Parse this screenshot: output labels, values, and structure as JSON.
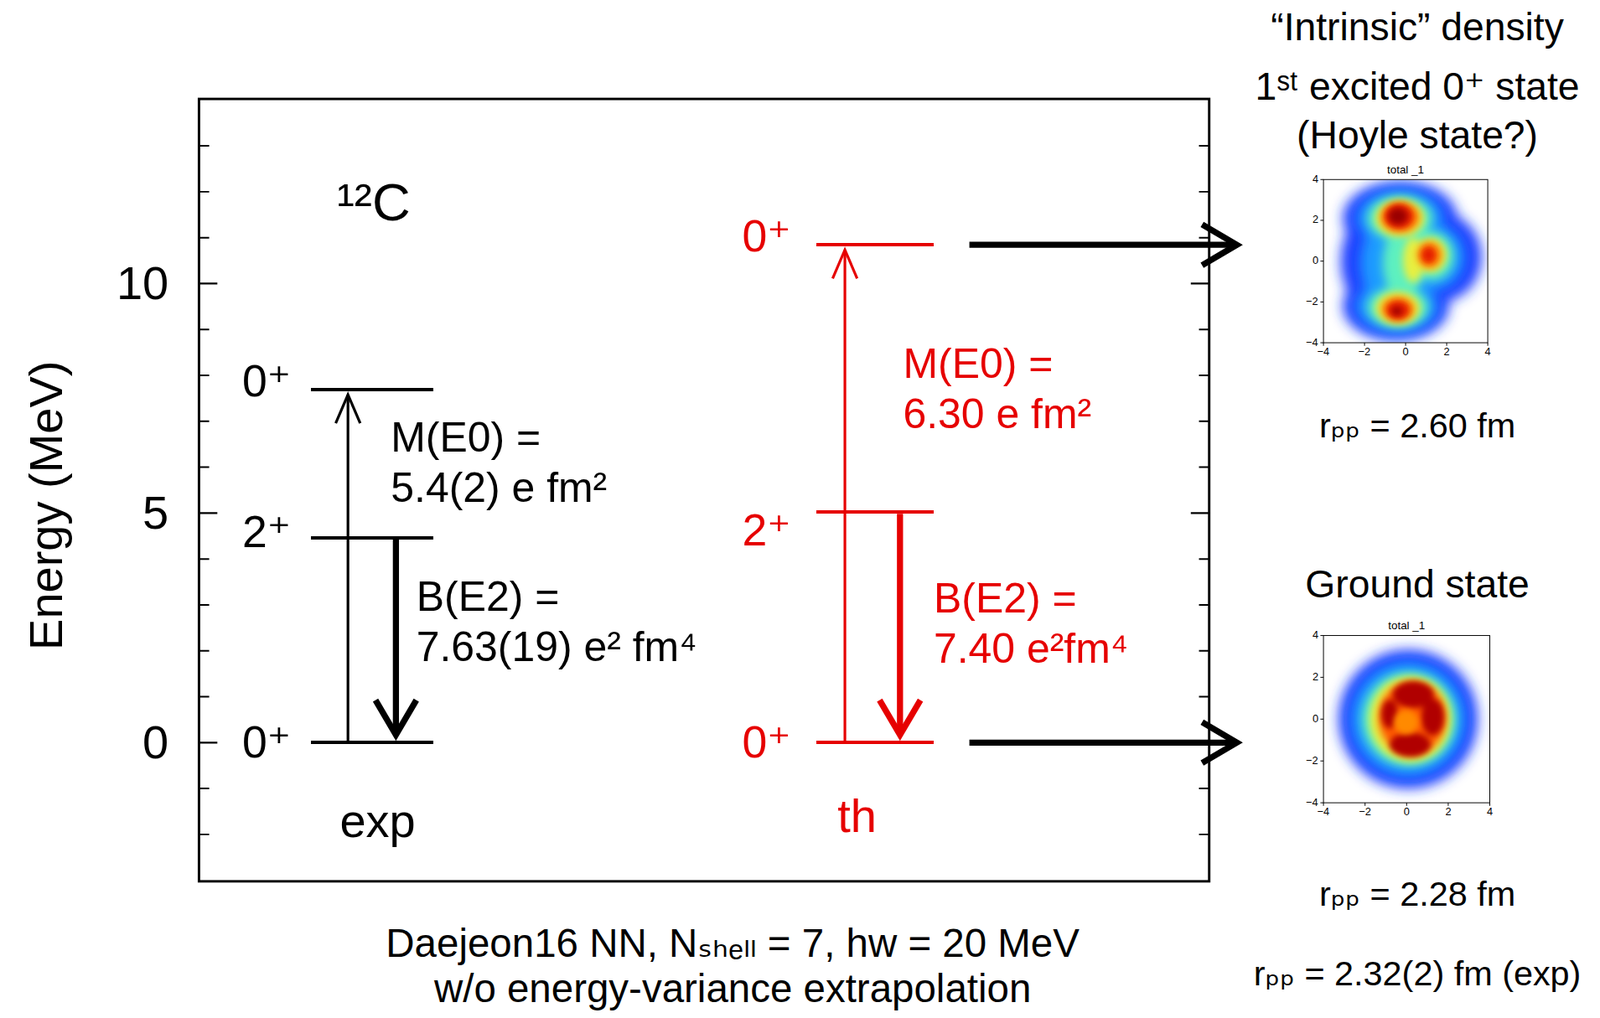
{
  "diagram": {
    "caption": "Daejeon16 NN, Nₛₕₑₗₗ = 7, hw = 20 MeV w/o energy-variance extrapolation",
    "nodes": [
      {
        "text": [
          "0⁺"
        ]
      },
      {
        "text": [
          "2⁺"
        ]
      },
      {
        "text": [
          "0⁺"
        ]
      },
      {
        "text": [
          "0⁺"
        ]
      },
      {
        "text": [
          "2⁺"
        ]
      },
      {
        "text": [
          "0⁺"
        ]
      },
      {
        "text": [
          "“Intrinsic” density",
          "1ˢᵗ excited 0⁺ state (Hoyle state?)",
          "rₚₚ = 2.60 fm"
        ]
      },
      {
        "text": [
          "Ground state",
          "rₚₚ = 2.28 fm",
          "rₚₚ = 2.32(2) fm (exp)"
        ]
      }
    ],
    "edges": [
      {
        "from": 2,
        "to": 0,
        "arrow": "to",
        "label": "M(E0) = 5.4(2) e fm²"
      },
      {
        "from": 1,
        "to": 2,
        "arrow": "to",
        "label": "B(E2) = 7.63(19) e² fm⁴"
      },
      {
        "from": 5,
        "to": 3,
        "arrow": "to",
        "label": "M(E0) = 6.30 e fm²"
      },
      {
        "from": 4,
        "to": 5,
        "arrow": "to",
        "label": "B(E2) = 7.40 e²fm⁴"
      },
      {
        "from": 3,
        "to": 6,
        "arrow": "to"
      },
      {
        "from": 5,
        "to": 7,
        "arrow": "to"
      }
    ],
    "labels": [
      "Energy (MeV)",
      "10",
      "5",
      "0",
      "¹²C",
      "exp",
      "th",
      "total _1",
      "4",
      "2",
      "0",
      "−2",
      "−4",
      "−4",
      "−2",
      "0",
      "2",
      "4",
      "total _1",
      "4",
      "2",
      "0",
      "−2",
      "−4",
      "−4",
      "−2",
      "0",
      "2",
      "4"
    ]
  }
}
